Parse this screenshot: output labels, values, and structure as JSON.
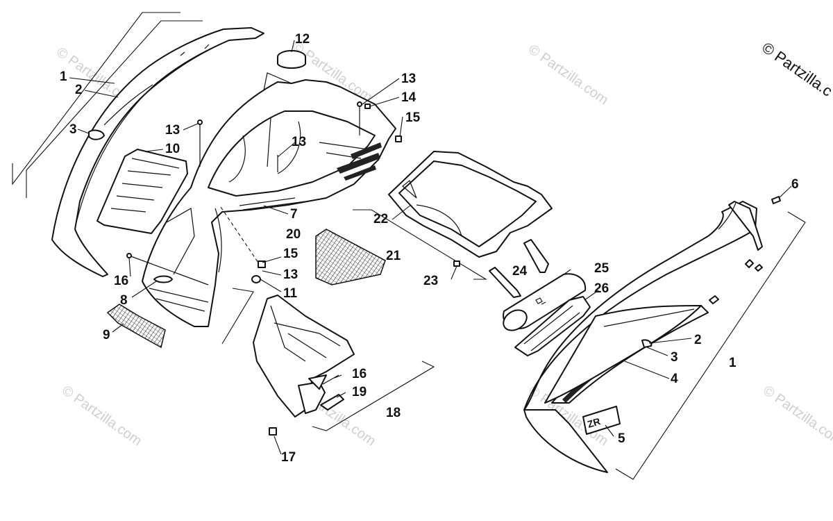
{
  "copyright": "© Partzilla.c",
  "watermark_text": "© Partzilla.com",
  "callouts": {
    "c1": "1",
    "c2": "2",
    "c3": "3",
    "c10": "10",
    "c12": "12",
    "c13a": "13",
    "c13b": "13",
    "c13c": "13",
    "c13d": "13",
    "c14": "14",
    "c15a": "15",
    "c15b": "15",
    "c7": "7",
    "c20": "20",
    "c22": "22",
    "c21": "21",
    "c23": "23",
    "c24": "24",
    "c25": "25",
    "c26": "26",
    "c6": "6",
    "c16a": "16",
    "c8": "8",
    "c9": "9",
    "c11": "11",
    "c16b": "16",
    "c19": "19",
    "c18": "18",
    "c17": "17",
    "r2": "2",
    "r3": "3",
    "r4": "4",
    "r1": "1",
    "r5": "5"
  },
  "decal_text": "ZR",
  "colors": {
    "ink": "#111111",
    "background": "#ffffff",
    "watermark": "#cfcfcf"
  }
}
